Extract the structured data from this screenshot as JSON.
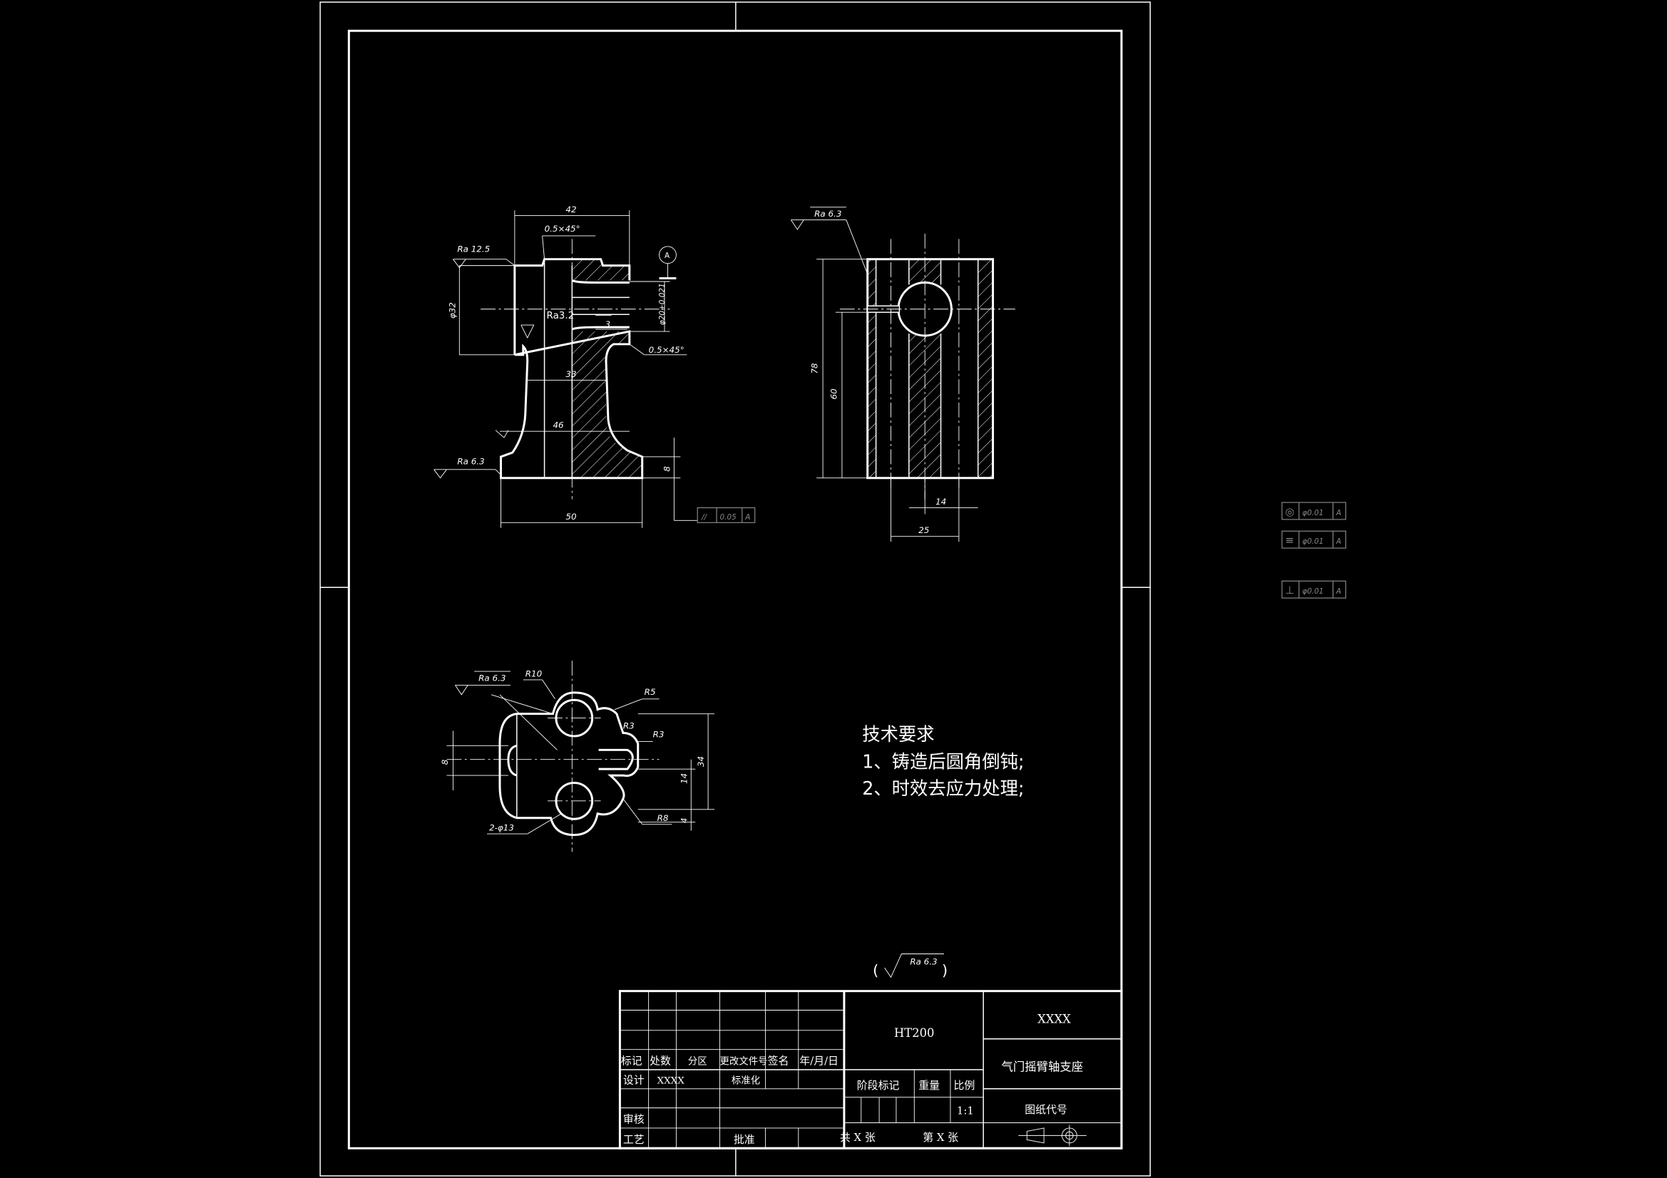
{
  "drawing": {
    "type": "CAD engineering drawing",
    "background_color": "#000000",
    "line_color": "#ffffff"
  },
  "front_view": {
    "dimensions": {
      "width_top": "42",
      "chamfer_top": "0.5×45°",
      "chamfer_bottom": "0.5×45°",
      "dia_left": "φ32",
      "bore": "φ20+0.021",
      "slot": "3",
      "neck": "33",
      "waist": "46",
      "base_width": "50",
      "base_height": "8"
    },
    "roughness": {
      "top_left": "Ra 12.5",
      "inner": "Ra3.2",
      "base": "Ra 6.3"
    },
    "datum_label": "A",
    "parallelism_frame": {
      "symbol": "//",
      "value": "0.05",
      "datum": "A"
    }
  },
  "side_view": {
    "dimensions": {
      "height_total": "78",
      "height_inner": "60",
      "w_14": "14",
      "w_25": "25"
    },
    "roughness": "Ra 6.3"
  },
  "top_view": {
    "dimensions": {
      "r10": "R10",
      "r5": "R5",
      "r3a": "R3",
      "r3b": "R3",
      "r8": "R8",
      "holes": "2-φ13",
      "h34": "34",
      "h14": "14",
      "h4": "4",
      "w8": "8"
    },
    "roughness": "Ra 6.3"
  },
  "tech_requirements": {
    "title": "技术要求",
    "items": [
      "1、铸造后圆角倒钝;",
      "2、时效去应力处理;"
    ]
  },
  "general_roughness": "Ra 6.3",
  "title_block": {
    "material": "HT200",
    "company": "XXXX",
    "part_name": "气门摇臂轴支座",
    "drawing_number_label": "图纸代号",
    "headers": [
      "标记",
      "处数",
      "分区",
      "更改文件号",
      "签名",
      "年/月/日"
    ],
    "design_label": "设计",
    "designer": "XXXX",
    "standardize_label": "标准化",
    "review_label": "审核",
    "process_label": "工艺",
    "approve_label": "批准",
    "stage_label": "阶段标记",
    "weight_label": "重量",
    "scale_label": "比例",
    "scale_value": "1:1",
    "sheets_total": "共 X 张",
    "sheet_num": "第 X 张"
  },
  "side_tolerance_frames": [
    {
      "symbol": "◎",
      "value": "φ0.01",
      "datum": "A"
    },
    {
      "symbol": "≡",
      "value": "φ0.01",
      "datum": "A"
    },
    {
      "symbol": "⊥",
      "value": "φ0.01",
      "datum": "A"
    }
  ]
}
